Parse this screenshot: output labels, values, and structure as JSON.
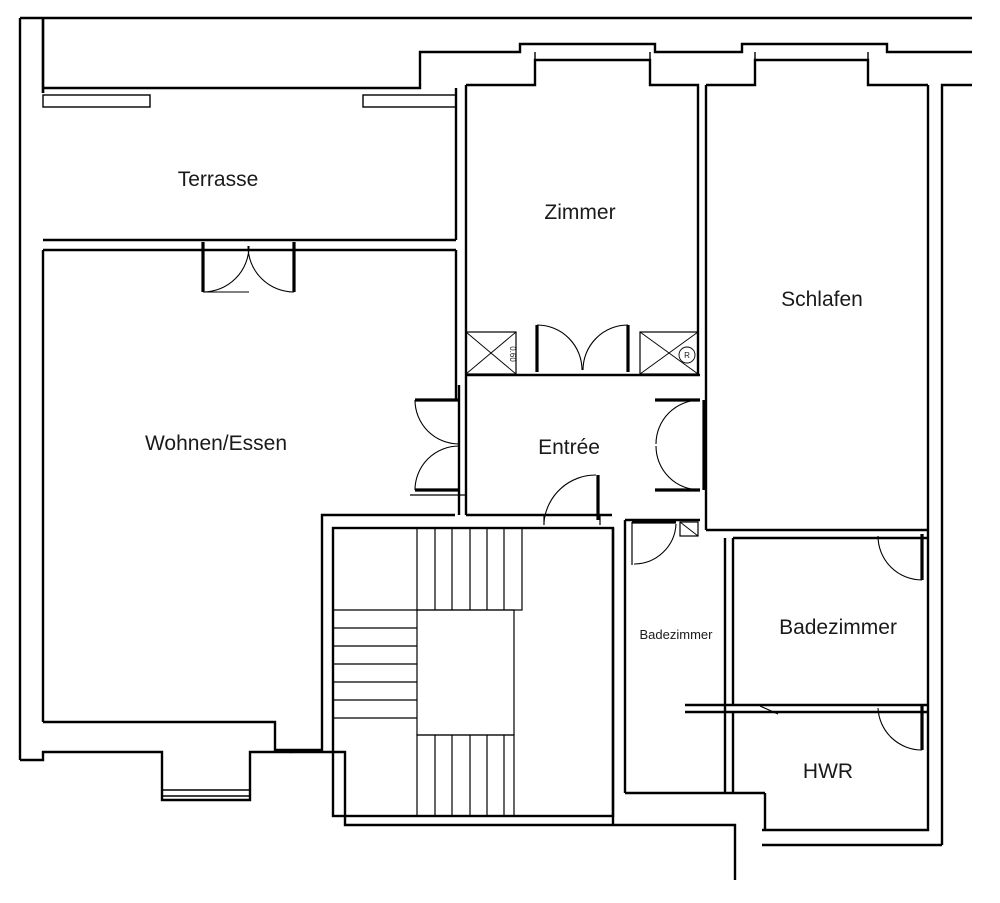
{
  "rooms": {
    "terrasse": "Terrasse",
    "zimmer": "Zimmer",
    "schlafen": "Schlafen",
    "wohnen": "Wohnen/Essen",
    "entree": "Entrée",
    "bad_small": "Badezimmer",
    "bad_large": "Badezimmer",
    "hwr": "HWR"
  },
  "annotations": {
    "shaft_dim": "0.60",
    "shaft_mark": "R"
  }
}
